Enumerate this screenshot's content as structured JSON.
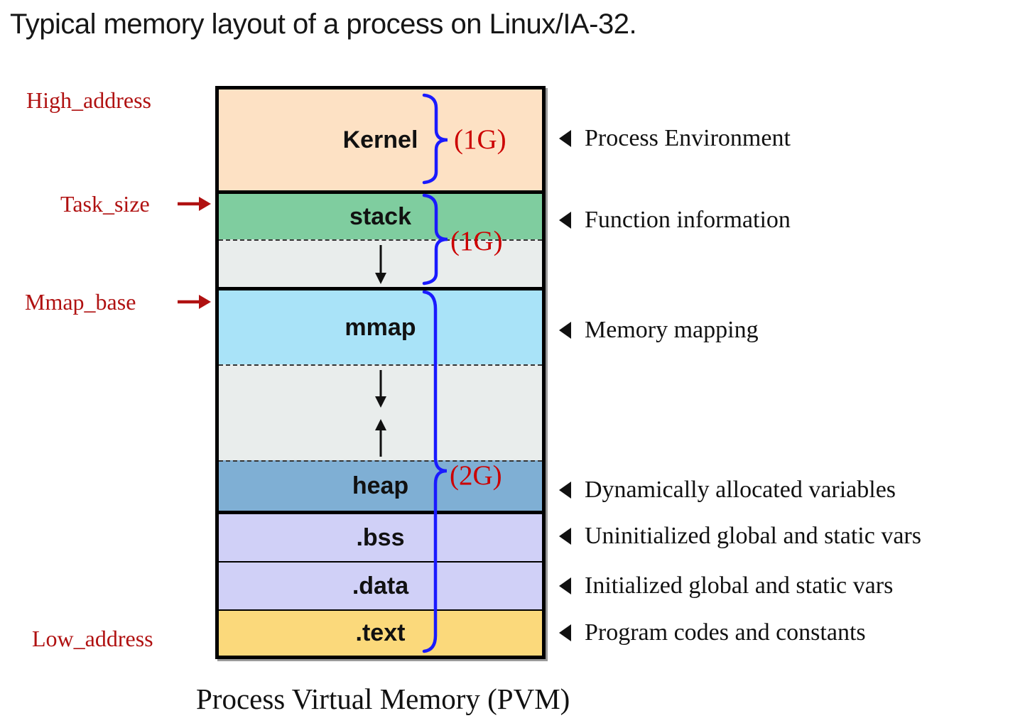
{
  "title": "Typical memory layout of a process on Linux/IA-32.",
  "caption": "Process Virtual Memory (PVM)",
  "memory_map": {
    "segments": [
      {
        "name": "kernel",
        "label": "Kernel"
      },
      {
        "name": "stack",
        "label": "stack"
      },
      {
        "name": "stack-growth-area",
        "label": ""
      },
      {
        "name": "mmap",
        "label": "mmap"
      },
      {
        "name": "growth-gap",
        "label": ""
      },
      {
        "name": "heap",
        "label": "heap"
      },
      {
        "name": "bss",
        "label": ".bss"
      },
      {
        "name": "data",
        "label": ".data"
      },
      {
        "name": "text",
        "label": ".text"
      }
    ]
  },
  "address_labels": {
    "high": "High_address",
    "task_size": "Task_size",
    "mmap_base": "Mmap_base",
    "low": "Low_address"
  },
  "size_labels": {
    "kernel": "(1G)",
    "stack": "(1G)",
    "user_space": "(2G)"
  },
  "annotations": [
    {
      "label": "Process Environment"
    },
    {
      "label": "Function information"
    },
    {
      "label": "Memory mapping"
    },
    {
      "label": "Dynamically allocated variables"
    },
    {
      "label": "Uninitialized global and static vars"
    },
    {
      "label": "Initialized global and static vars"
    },
    {
      "label": "Program codes and constants"
    }
  ],
  "icons": {
    "annotation_marker": "left-triangle-icon",
    "stack_growth": "down-arrow-icon",
    "mmap_growth": "down-arrow-icon",
    "heap_growth": "up-arrow-icon",
    "address_pointer": "right-arrow-icon",
    "size_bracket": "curly-brace-icon"
  },
  "colors": {
    "kernel": "#FDE1C4",
    "stack": "#7FCD9F",
    "free_area": "#E9EDEC",
    "mmap": "#A9E3F8",
    "heap": "#7FAFD4",
    "bss": "#D0D0F7",
    "data": "#D0D0F7",
    "text": "#FBD97B",
    "address_label": "#B01111",
    "size_label": "#CC0000",
    "brace": "#1A1AFF",
    "arrow_black": "#111111"
  }
}
